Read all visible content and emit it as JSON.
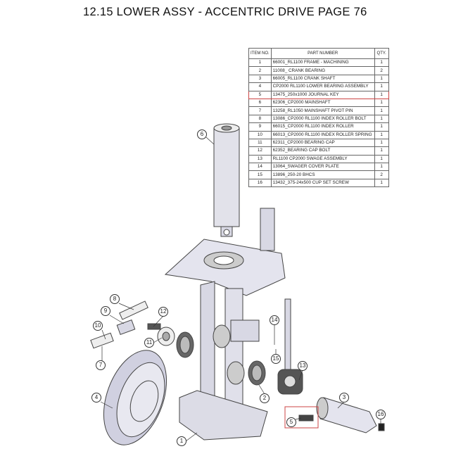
{
  "title": "12.15 LOWER ASSY - ACCENTRIC DRIVE  PAGE 76",
  "bom": {
    "headers": {
      "item": "ITEM NO.",
      "part": "PART NUMBER",
      "qty": "QTY."
    },
    "rows": [
      {
        "item": "1",
        "part": "66001_RL1100 FRAME - MACHINING",
        "qty": "1"
      },
      {
        "item": "2",
        "part": "11008_ CRANK BEARING",
        "qty": "2"
      },
      {
        "item": "3",
        "part": "66005_RL1100 CRANK SHAFT",
        "qty": "1"
      },
      {
        "item": "4",
        "part": "CP2000 RL1100 LOWER BEARING ASSEMBLY",
        "qty": "1"
      },
      {
        "item": "5",
        "part": "13475_250x1000 JOURNAL KEY",
        "qty": "1"
      },
      {
        "item": "6",
        "part": "62306_CP2000 MAINSHAFT",
        "qty": "1"
      },
      {
        "item": "7",
        "part": "13258_RL1050 MAINSHAFT PIVOT PIN",
        "qty": "1"
      },
      {
        "item": "8",
        "part": "13086_CP2000 RL1100 INDEX ROLLER BOLT",
        "qty": "1"
      },
      {
        "item": "9",
        "part": "66015_CP2000 RL1100 INDEX ROLLER",
        "qty": "1"
      },
      {
        "item": "10",
        "part": "66013_CP2000 RL1100 INDEX ROLLER SPRING",
        "qty": "1"
      },
      {
        "item": "11",
        "part": "62311_CP2000 BEARING CAP",
        "qty": "1"
      },
      {
        "item": "12",
        "part": "62352_BEARING CAP BOLT",
        "qty": "1"
      },
      {
        "item": "13",
        "part": "RL1100 CP2000 SWAGE ASSEMBLY",
        "qty": "1"
      },
      {
        "item": "14",
        "part": "13064_SWAGER COVER PLATE",
        "qty": "1"
      },
      {
        "item": "15",
        "part": "13896_250-20 BHCS",
        "qty": "2"
      },
      {
        "item": "16",
        "part": "13432_375-24x500 CUP SET SCREW",
        "qty": "1"
      }
    ],
    "highlight_color": "#cc4444"
  },
  "callouts": [
    "6",
    "8",
    "9",
    "12",
    "10",
    "11",
    "14",
    "15",
    "13",
    "7",
    "2",
    "3",
    "4",
    "16",
    "5",
    "1"
  ]
}
